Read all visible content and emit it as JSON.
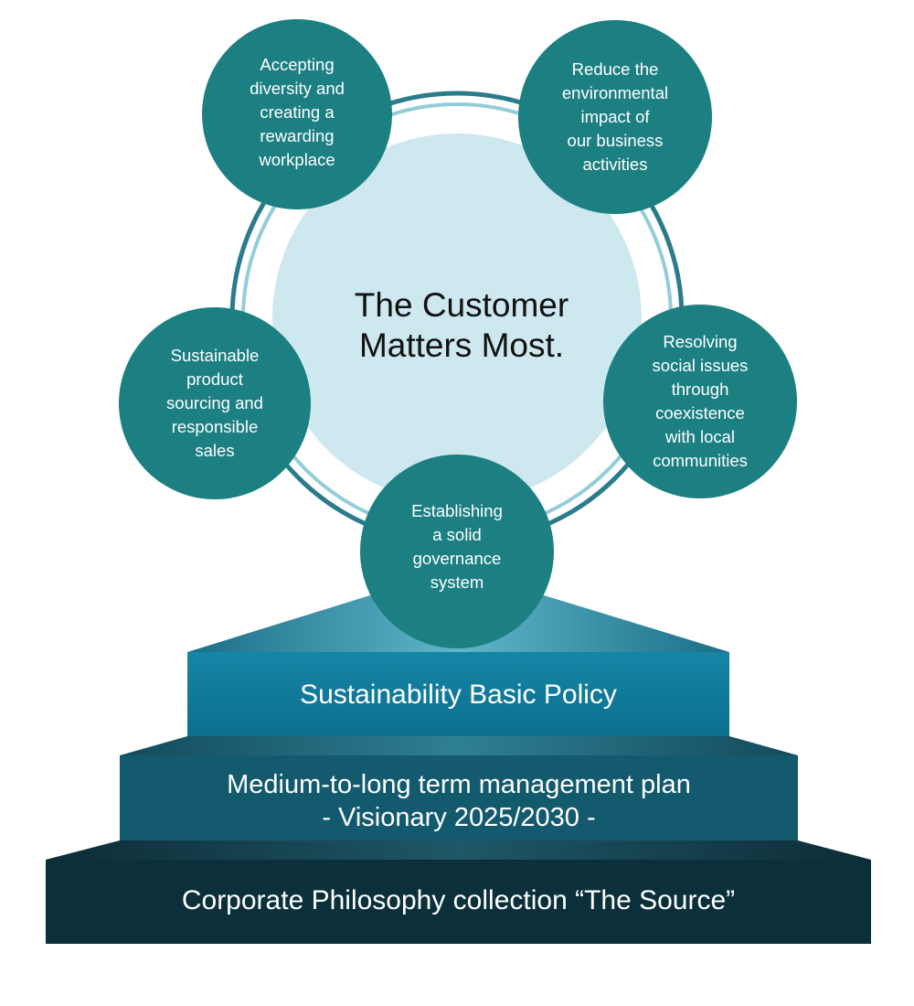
{
  "center": {
    "lines": [
      "The Customer",
      "Matters Most."
    ]
  },
  "themes": [
    {
      "id": "diversity",
      "lines": [
        "Accepting",
        "diversity and",
        "creating a",
        "rewarding",
        "workplace"
      ]
    },
    {
      "id": "environment",
      "lines": [
        "Reduce the",
        "environmental",
        "impact of",
        "our business",
        "activities"
      ]
    },
    {
      "id": "sourcing",
      "lines": [
        "Sustainable",
        "product",
        "sourcing and",
        "responsible",
        "sales"
      ]
    },
    {
      "id": "communities",
      "lines": [
        "Resolving",
        "social issues",
        "through",
        "coexistence",
        "with local",
        "communities"
      ]
    },
    {
      "id": "governance",
      "lines": [
        "Establishing",
        "a solid",
        "governance",
        "system"
      ]
    }
  ],
  "foundation": {
    "policy": "Sustainability Basic Policy",
    "plan": {
      "line1": "Medium-to-long term management plan",
      "line2": "- Visionary 2025/2030 -"
    },
    "philosophy": "Corporate Philosophy collection “The Source”"
  },
  "colors": {
    "bubble": "#1c7f82",
    "center_disc": "#cde8ef",
    "ring_dark": "#2a7c8c",
    "ring_light": "#93cdd8",
    "step_policy": "#0f7c9e",
    "step_plan": "#145a6e",
    "step_philosophy": "#0c303b"
  }
}
